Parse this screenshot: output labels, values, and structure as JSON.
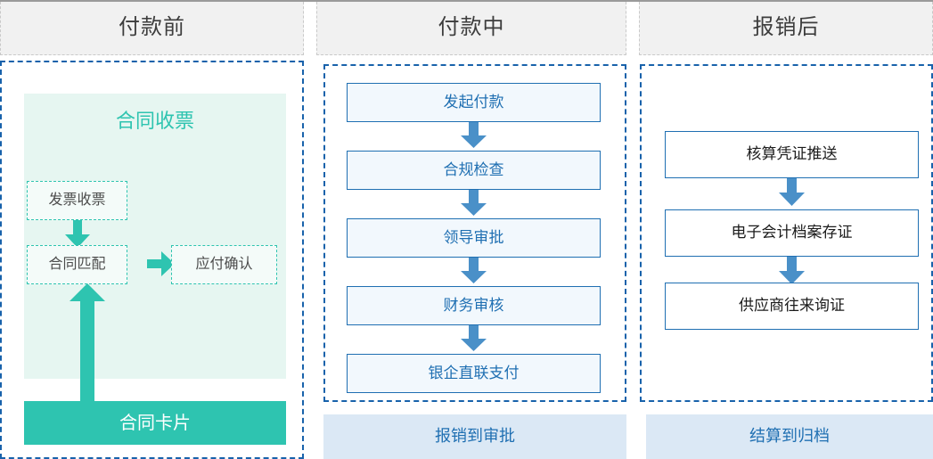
{
  "colors": {
    "teal": "#2ec4b0",
    "teal_light_bg": "#e6f6f1",
    "blue": "#1f6fb2",
    "blue_dashed": "#1862ab",
    "blue_box_bg": "#f2f8fd",
    "footer_bg": "#dbe8f5",
    "header_bg": "#f1f1f1",
    "header_text": "#3d3d3d"
  },
  "columns": [
    {
      "id": "before-payment",
      "header": "付款前",
      "group": {
        "title": "合同收票",
        "boxes": [
          {
            "label": "发票收票"
          },
          {
            "label": "合同匹配"
          },
          {
            "label": "应付确认"
          }
        ]
      },
      "bar": {
        "label": "合同卡片"
      },
      "footer": null
    },
    {
      "id": "during-payment",
      "header": "付款中",
      "steps": [
        {
          "label": "发起付款"
        },
        {
          "label": "合规检查"
        },
        {
          "label": "领导审批"
        },
        {
          "label": "财务审核"
        },
        {
          "label": "银企直联支付"
        }
      ],
      "footer": {
        "label": "报销到审批"
      }
    },
    {
      "id": "after-reimbursement",
      "header": "报销后",
      "steps": [
        {
          "label": "核算凭证推送"
        },
        {
          "label": "电子会计档案存证"
        },
        {
          "label": "供应商往来询证"
        }
      ],
      "footer": {
        "label": "结算到归档"
      }
    }
  ],
  "icons": {
    "arrow_down": "arrow-down-icon",
    "arrow_up": "arrow-up-icon",
    "arrow_right": "arrow-right-icon"
  }
}
